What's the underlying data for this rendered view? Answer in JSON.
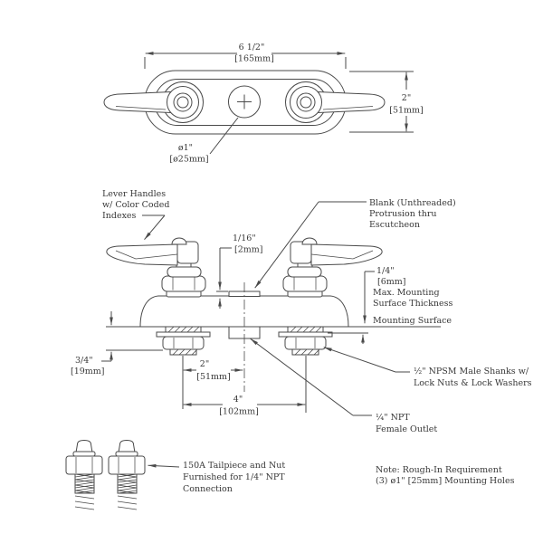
{
  "colors": {
    "line": "#4a4a4a",
    "text": "#383838",
    "background": "#ffffff"
  },
  "top_view": {
    "width_dim": {
      "in": "6 1/2\"",
      "mm": "[165mm]"
    },
    "depth_dim": {
      "in": "2\"",
      "mm": "[51mm]"
    },
    "hole_dim": {
      "in": "ø1\"",
      "mm": "[ø25mm]"
    }
  },
  "front_view": {
    "lever_label": {
      "l1": "Lever Handles",
      "l2": "w/ Color Coded",
      "l3": "Indexes"
    },
    "blank_label": {
      "l1": "Blank (Unthreaded)",
      "l2": "Protrusion thru",
      "l3": "Escutcheon"
    },
    "protrusion_dim": {
      "in": "1/16\"",
      "mm": "[2mm]"
    },
    "thickness_dim": {
      "in": "1/4\"",
      "mm": "[6mm]",
      "l3": "Max. Mounting",
      "l4": "Surface Thickness"
    },
    "mounting_surface": "Mounting Surface",
    "shank_exposed_dim": {
      "in": "3/4\"",
      "mm": "[19mm]"
    },
    "center_dim": {
      "in": "2\"",
      "mm": "[51mm]"
    },
    "spread_dim": {
      "in": "4\"",
      "mm": "[102mm]"
    },
    "shank_label": {
      "l1": "½\" NPSM Male Shanks w/",
      "l2": "Lock Nuts & Lock Washers"
    },
    "outlet_label": {
      "l1": "¼\" NPT",
      "l2": "Female Outlet"
    }
  },
  "tailpiece_label": {
    "l1": "150A Tailpiece and Nut",
    "l2": "Furnished for 1/4\" NPT",
    "l3": "Connection"
  },
  "note": {
    "l1": "Note: Rough-In Requirement",
    "l2": "(3) ø1\" [25mm] Mounting Holes"
  }
}
